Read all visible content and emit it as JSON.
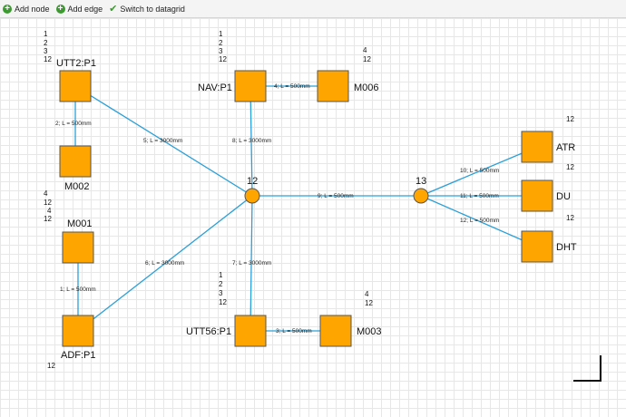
{
  "toolbar": {
    "add_node": "Add node",
    "add_edge": "Add edge",
    "switch": "Switch to datagrid",
    "add_node_icon": "plus-circle-icon",
    "add_edge_icon": "plus-circle-icon",
    "switch_icon": "checkmark-icon"
  },
  "colors": {
    "node_fill": "#FFA500",
    "node_stroke": "#555555",
    "edge": "#2aa0d8"
  },
  "nodes": {
    "utt2": {
      "label": "UTT2:P1",
      "badges": [
        "1",
        "2",
        "3",
        "12"
      ]
    },
    "m002": {
      "label": "M002"
    },
    "nav": {
      "label": "NAV:P1",
      "badges": [
        "1",
        "2",
        "3",
        "12"
      ]
    },
    "m006": {
      "label": "M006",
      "badges": [
        "4",
        "12"
      ]
    },
    "m001": {
      "label": "M001",
      "badges": [
        "4",
        "12",
        "4",
        "12"
      ]
    },
    "adf": {
      "label": "ADF:P1",
      "badges": [
        "12"
      ]
    },
    "utt56": {
      "label": "UTT56:P1",
      "badges": [
        "1",
        "2",
        "3",
        "12"
      ]
    },
    "m003": {
      "label": "M003",
      "badges": [
        "4",
        "12"
      ]
    },
    "atr": {
      "label": "ATR",
      "badges": [
        "12"
      ]
    },
    "du": {
      "label": "DU",
      "badges": [
        "12"
      ]
    },
    "dht": {
      "label": "DHT",
      "badges": [
        "12"
      ]
    },
    "j12": {
      "label": "12"
    },
    "j13": {
      "label": "13"
    }
  },
  "edges": {
    "e1": "1; L = 500mm",
    "e2": "2; L = 500mm",
    "e3": "3; L = 500mm",
    "e4": "4; L = 500mm",
    "e5": "5; L = 3000mm",
    "e6": "6; L = 3000mm",
    "e7": "7; L = 3000mm",
    "e8": "8; L = 3000mm",
    "e9": "9; L = 500mm",
    "e10": "10; L = 500mm",
    "e11": "11; L = 500mm",
    "e12": "12; L = 500mm"
  }
}
